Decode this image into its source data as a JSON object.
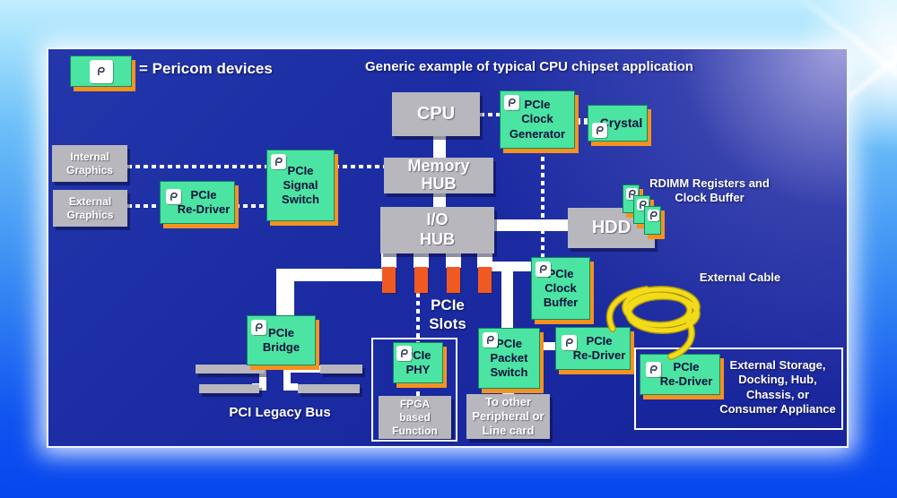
{
  "title": "Generic example of typical CPU chipset application",
  "legend": {
    "label": "= Pericom devices"
  },
  "blocks": {
    "cpu": "CPU",
    "memory_hub": "Memory\nHUB",
    "io_hub": "I/O\nHUB",
    "hdd": "HDD",
    "internal_graphics": "Internal\nGraphics",
    "external_graphics": "External\nGraphics",
    "fpga": "FPGA\nbased\nFunction",
    "to_other": "To other\nPeripheral or\nLine card"
  },
  "pericom": {
    "redriver_left": "PCIe\nRe-Driver",
    "signal_switch": "PCIe\nSignal\nSwitch",
    "clock_generator": "PCIe\nClock\nGenerator",
    "crystal": "Crystal",
    "clock_buffer": "PCIe\nClock\nBuffer",
    "bridge": "PCIe\nBridge",
    "phy": "PCIe\nPHY",
    "packet_switch": "PCIe\nPacket\nSwitch",
    "redriver_mid": "PCIe\nRe-Driver",
    "redriver_external": "PCIe\nRe-Driver"
  },
  "labels": {
    "rdimm": "RDIMM Registers and\nClock Buffer",
    "pcie_slots": "PCIe\nSlots",
    "pci_legacy_bus": "PCI Legacy Bus",
    "external_cable": "External Cable",
    "external_storage": "External Storage,\nDocking, Hub,\nChassis, or\nConsumer Appliance"
  },
  "colors": {
    "pericom_green": "#4BE4A2",
    "shadow_orange": "#F6921E",
    "slot_orange": "#F05A22",
    "cable_yellow": "#F2DC1A",
    "panel_blue": "#1B2CA0",
    "box_gray": "#B7B7BD"
  }
}
